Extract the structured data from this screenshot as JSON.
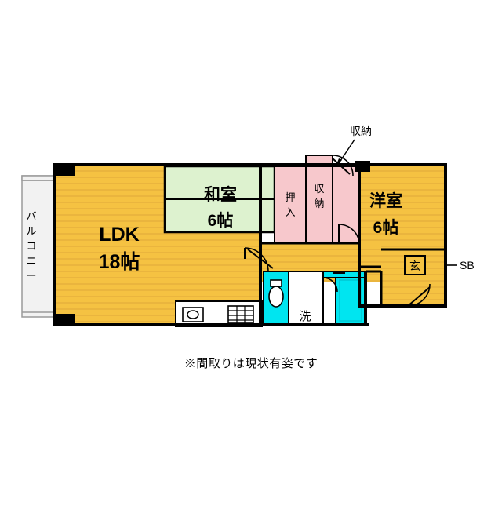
{
  "diagram": {
    "type": "floor-plan",
    "note": "※間取りは現状有姿です",
    "colors": {
      "ldk_floor": "#f5c242",
      "tatami_room": "#ddf2cf",
      "western_room": "#f7c8cc",
      "closet": "#f7c8cc",
      "water_area": "#00e5f0",
      "balcony": "#f0f0f0",
      "wall": "#000000",
      "wall_thin": "#000000"
    },
    "rooms": [
      {
        "id": "balcony",
        "label": "バルコニー",
        "orientation": "vertical"
      },
      {
        "id": "ldk",
        "label": "LDK",
        "size": "18帖"
      },
      {
        "id": "japanese-room",
        "label": "和室",
        "size": "6帖"
      },
      {
        "id": "oshiire",
        "label": "押入",
        "orientation": "vertical"
      },
      {
        "id": "closet-upper",
        "label": "収納",
        "orientation": "vertical"
      },
      {
        "id": "closet-callout",
        "label": "収納"
      },
      {
        "id": "western-room",
        "label": "洋室",
        "size": "6帖"
      },
      {
        "id": "washroom",
        "label": "洗"
      },
      {
        "id": "entrance",
        "label": "玄"
      },
      {
        "id": "shoe-box",
        "label": "SB"
      }
    ]
  }
}
